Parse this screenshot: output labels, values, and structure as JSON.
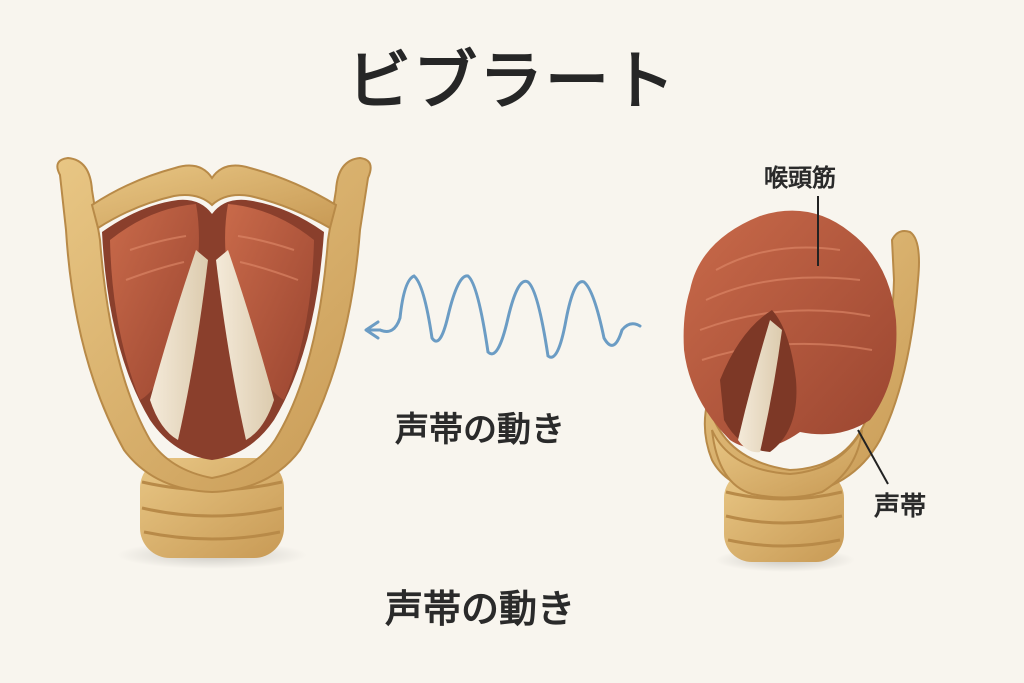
{
  "title": "ビブラート",
  "wave_label": "声帯の動き",
  "bottom_caption": "声帯の動き",
  "labels": {
    "muscle": "喉頭筋",
    "vocal_cords": "声帯"
  },
  "colors": {
    "background": "#f8f5ee",
    "cartilage": "#d9b16e",
    "muscle": "#b85a3c",
    "vocal_cord": "#efe3cf",
    "wave": "#6b9cc4"
  }
}
